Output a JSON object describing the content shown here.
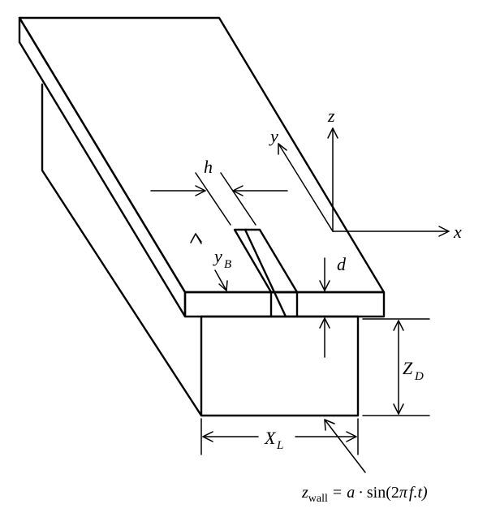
{
  "labels": {
    "z_axis": "z",
    "y_axis": "y",
    "x_axis": "x",
    "h": "h",
    "y_b_main": "y",
    "y_b_sub": "B",
    "d": "d",
    "z_d_main": "Z",
    "z_d_sub": "D",
    "x_l_main": "X",
    "x_l_sub": "L"
  },
  "equation": {
    "lhs_main": "z",
    "lhs_sub": "wall",
    "eq_sign": "=",
    "a": "a",
    "dot": "·",
    "sin_open": "sin(2",
    "pi": "π",
    "f": "f",
    "t_part": ".t)"
  }
}
